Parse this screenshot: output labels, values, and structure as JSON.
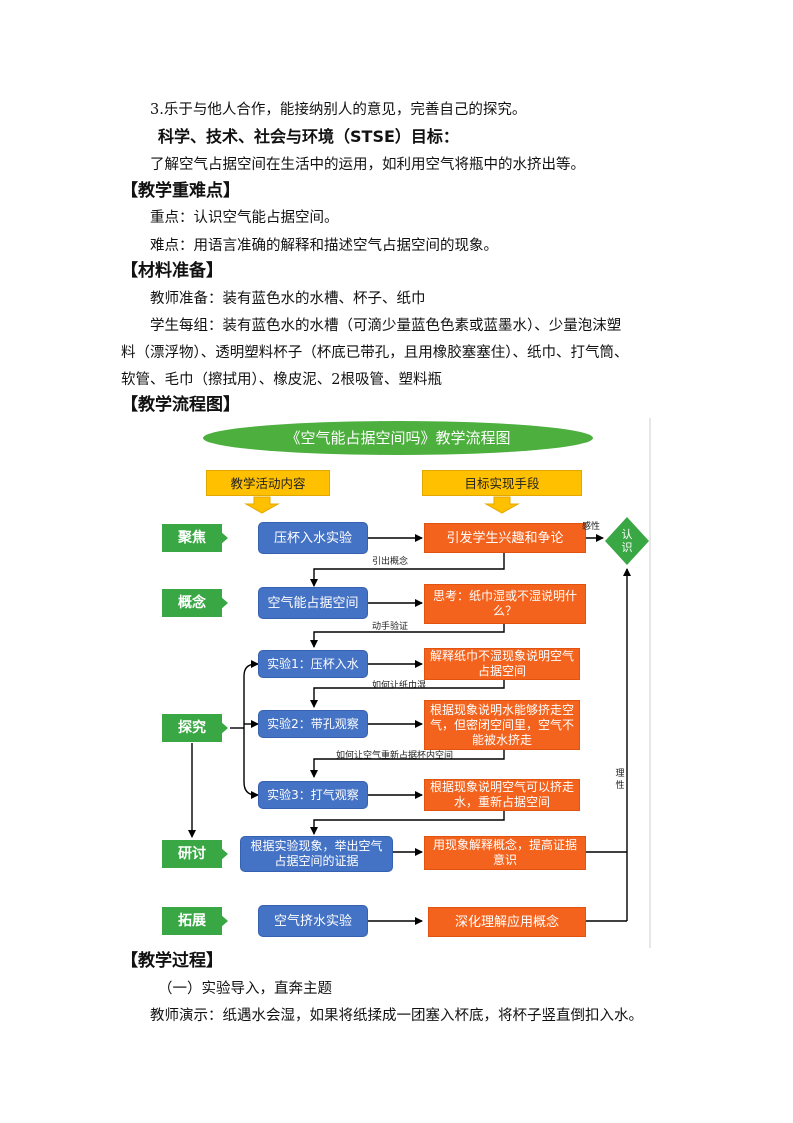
{
  "text": {
    "line1": "3.乐于与他人合作，能接纳别人的意见，完善自己的探究。",
    "stse_title": "科学、技术、社会与环境（STSE）目标：",
    "stse_text": "了解空气占据空间在生活中的运用，如利用空气将瓶中的水挤出等。",
    "key_title": "【教学重难点】",
    "key_point": "重点：认识空气能占据空间。",
    "hard_point": "难点：用语言准确的解释和描述空气占据空间的现象。",
    "material_title": "【材料准备】",
    "teacher_prep": "教师准备：装有蓝色水的水槽、杯子、纸巾",
    "student_prep_1": "学生每组：装有蓝色水的水槽（可滴少量蓝色色素或蓝墨水）、少量泡沫塑",
    "student_prep_2": "料（漂浮物）、透明塑料杯子（杯底已带孔，且用橡胶塞塞住）、纸巾、打气筒、",
    "student_prep_3": "软管、毛巾（擦拭用）、橡皮泥、2根吸管、塑料瓶",
    "flow_title": "【教学流程图】",
    "process_title": "【教学过程】",
    "process_sub": "（一）实验导入，直奔主题",
    "process_text": "教师演示：纸遇水会湿，如果将纸揉成一团塞入杯底，将杯子竖直倒扣入水。"
  },
  "flowchart": {
    "title": "《空气能占据空间吗》教学流程图",
    "col_left": "教学活动内容",
    "col_right": "目标实现手段",
    "stages": {
      "focus": "聚焦",
      "concept": "概念",
      "explore": "探究",
      "discuss": "研讨",
      "extend": "拓展"
    },
    "activities": {
      "a1": "压杯入水实验",
      "a2": "空气能占据空间",
      "a3": "实验1：压杯入水",
      "a4": "实验2：带孔观察",
      "a5": "实验3：打气观察",
      "a6": "根据实验现象，举出空气占据空间的证据",
      "a7": "空气挤水实验"
    },
    "goals": {
      "g1": "引发学生兴趣和争论",
      "g2": "思考：纸巾湿或不湿说明什么？",
      "g3": "解释纸巾不湿现象说明空气占据空间",
      "g4": "根据现象说明水能够挤走空气，但密闭空间里，空气不能被水挤走",
      "g5": "根据现象说明空气可以挤走水，重新占据空间",
      "g6": "用现象解释概念，提高证据意识",
      "g7": "深化理解应用概念"
    },
    "edge_labels": {
      "e1": "引出概念",
      "e2": "动手验证",
      "e3": "如何让纸巾湿",
      "e4": "如何让空气重新占据杯内空间",
      "perceptual": "感性",
      "rational": "理性"
    },
    "goal_node": "认识",
    "colors": {
      "blue": "#4472c4",
      "orange": "#f4631d",
      "yellow": "#ffc000",
      "green": "#3aa745",
      "oval": "#4caf3e"
    }
  }
}
